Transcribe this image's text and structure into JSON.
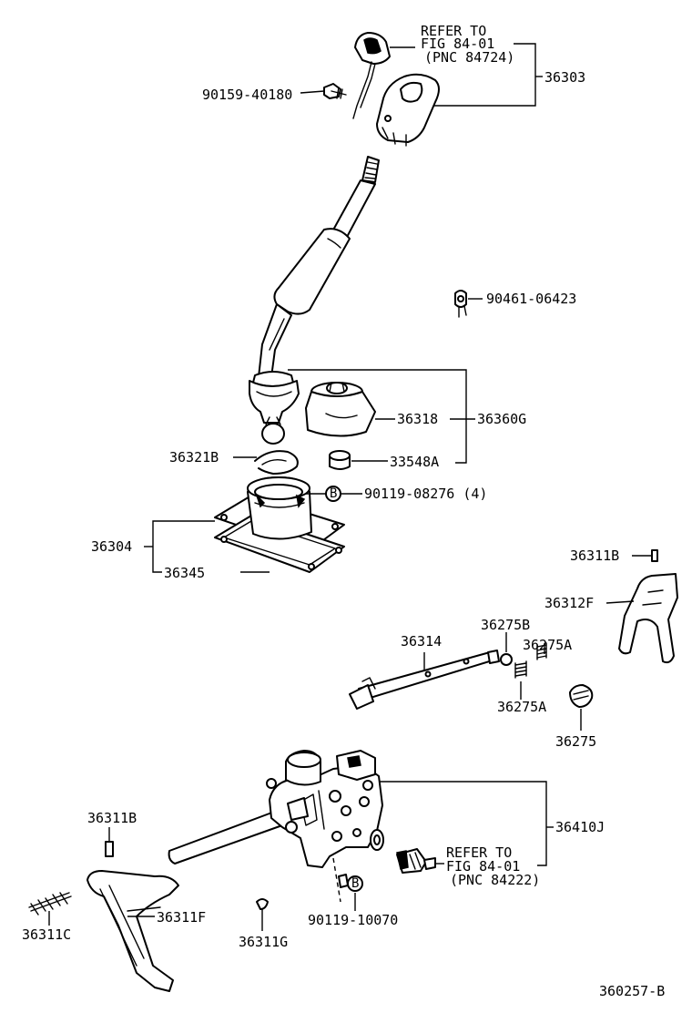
{
  "labels": {
    "refer_top_1": "REFER TO",
    "refer_top_2": "FIG 84-01",
    "refer_top_3": "(PNC 84724)",
    "p36303": "36303",
    "p90159": "90159-40180",
    "p90461": "90461-06423",
    "p36318": "36318",
    "p36360G": "36360G",
    "p36321B": "36321B",
    "p33548A": "33548A",
    "b_mark_1": "B",
    "p90119_08276": "90119-08276 (4)",
    "p36304": "36304",
    "p36345": "36345",
    "p36311B_r": "36311B",
    "p36312F": "36312F",
    "p36314": "36314",
    "p36275B": "36275B",
    "p36275A_1": "36275A",
    "p36275A_2": "36275A",
    "p36275": "36275",
    "p36410J": "36410J",
    "refer_bot_1": "REFER TO",
    "refer_bot_2": "FIG 84-01",
    "refer_bot_3": "(PNC 84222)",
    "p36311B_l": "36311B",
    "p36311F": "36311F",
    "p36311C": "36311C",
    "p36311G": "36311G",
    "b_mark_2": "B",
    "p90119_10070": "90119-10070",
    "figure_id": "360257-B"
  }
}
